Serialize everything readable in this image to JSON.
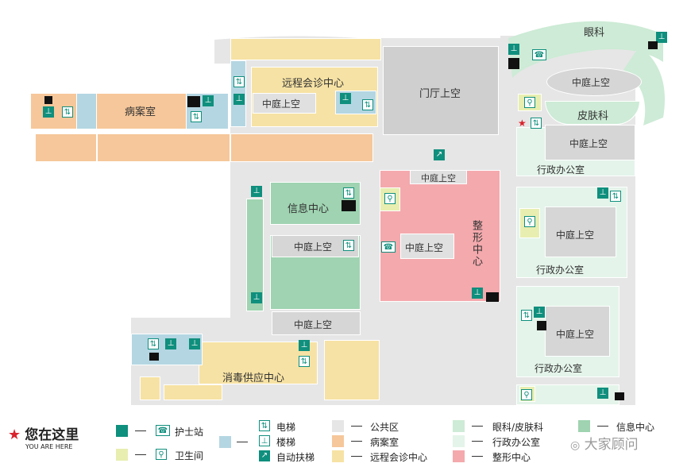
{
  "map": {
    "rooms": {
      "eye_derm": "眼科",
      "atrium_a": "中庭上空",
      "skin": "皮肤科",
      "atrium_b": "中庭上空",
      "admin_a": "行政办公室",
      "atrium_c": "中庭上空",
      "admin_b": "行政办公室",
      "atrium_d": "中庭上空",
      "admin_c": "行政办公室",
      "records": "病案室",
      "tele": "远程会诊中心",
      "atrium_tele": "中庭上空",
      "lobby": "门厅上空",
      "atrium_top": "中庭上空",
      "plastic": "整形中心",
      "atrium_plastic": "中庭上空",
      "info": "信息中心",
      "atrium_info": "中庭上空",
      "atrium_info_b": "中庭上空",
      "sterile": "消毒供应中心"
    }
  },
  "legend": {
    "you_are_here": "您在这里",
    "you_are_here_en": "YOU ARE HERE",
    "nurse_station": "护士站",
    "restroom": "卫生间",
    "elevator": "电梯",
    "stairs": "楼梯",
    "escalator": "自动扶梯",
    "public": "公共区",
    "records": "病案室",
    "tele": "远程会诊中心",
    "eye_skin": "眼科/皮肤科",
    "admin": "行政办公室",
    "plastic": "整形中心",
    "info": "信息中心"
  },
  "watermark": "大家顾问",
  "colors": {
    "nurse": "#0f8f7d",
    "restroom": "#e8eeb0",
    "stairs": "#b4d6e2",
    "public": "#e6e6e6",
    "records": "#f6c79a",
    "tele": "#f6e2a4",
    "eye_skin": "#cdebd6",
    "admin": "#e4f4ea",
    "plastic": "#f4a9ad",
    "info": "#9fd3b1",
    "star": "#d9232d"
  }
}
